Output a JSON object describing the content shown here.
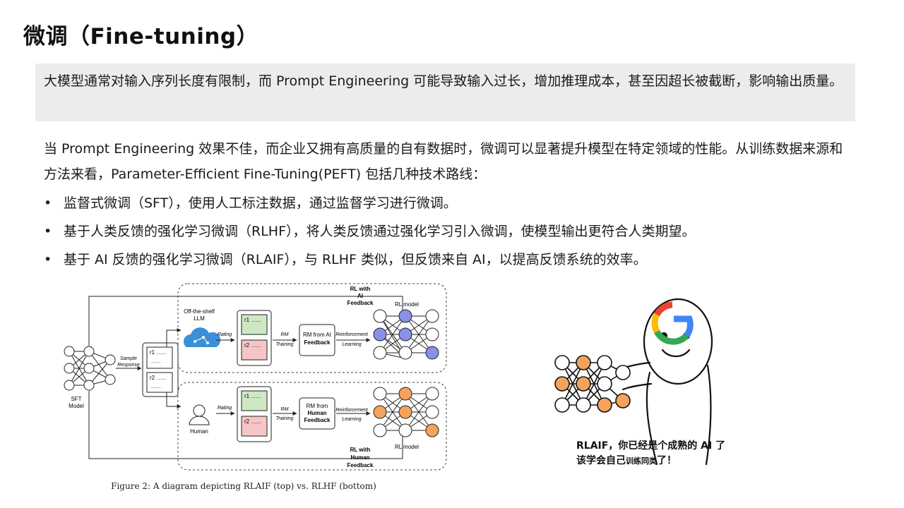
{
  "slide": {
    "title": "微调（Fine-tuning）",
    "intro": "大模型通常对输入序列长度有限制，而 Prompt Engineering 可能导致输入过长，增加推理成本，甚至因超长被截断，影响输出质量。",
    "body": "当 Prompt Engineering 效果不佳，而企业又拥有高质量的自有数据时，微调可以显著提升模型在特定领域的性能。从训练数据来源和方法来看，Parameter-Efficient Fine-Tuning(PEFT) 包括几种技术路线：",
    "bullet_char": "•",
    "bullets": [
      "监督式微调（SFT），使用人工标注数据，通过监督学习进行微调。",
      "基于人类反馈的强化学习微调（RLHF），将人类反馈通过强化学习引入微调，使模型输出更符合人类期望。",
      "基于 AI 反馈的强化学习微调（RLAIF），与 RLHF 类似，但反馈来自 AI，以提高反馈系统的效率。"
    ]
  },
  "diagram": {
    "sft_model": [
      "SFT",
      "Model"
    ],
    "sample_response": [
      "Sample",
      "Response"
    ],
    "r1": "r1",
    "r2": "r2",
    "dots": ".......",
    "llm_label": [
      "Off-the-shelf",
      "LLM"
    ],
    "human_label": "Human",
    "rating": "Rating",
    "rm_training": [
      "RM",
      "Training"
    ],
    "rm_ai": [
      "RM from AI",
      "Feedback"
    ],
    "rm_human": [
      "RM from",
      "Human",
      "Feedback"
    ],
    "reinforcement_learning": [
      "Reinforcement",
      "Learning"
    ],
    "rl_model": "RL model",
    "rl_ai_feedback": [
      "RL with",
      "AI",
      "Feedback"
    ],
    "rl_human_feedback": [
      "RL with",
      "Human",
      "Feedback"
    ],
    "caption": "Figure 2: A diagram depicting RLAIF (top) vs. RLHF (bottom)",
    "colors": {
      "ai_node": "#8a8fe8",
      "human_node": "#f5a25d",
      "green_box": "#cfe8c4",
      "pink_box": "#f6c5c5",
      "cloud": "#3b8fd8"
    }
  },
  "meme": {
    "line1": "RLAIF，你已经是个成熟的 AI 了",
    "line2_a": "该学会自己",
    "line2_b": "训练同类",
    "line2_c": "了！",
    "google_letter": "G",
    "colors": {
      "orange_node": "#f5a25d",
      "g_blue": "#4285f4",
      "g_red": "#ea4335",
      "g_yellow": "#fbbc05",
      "g_green": "#34a853"
    }
  }
}
